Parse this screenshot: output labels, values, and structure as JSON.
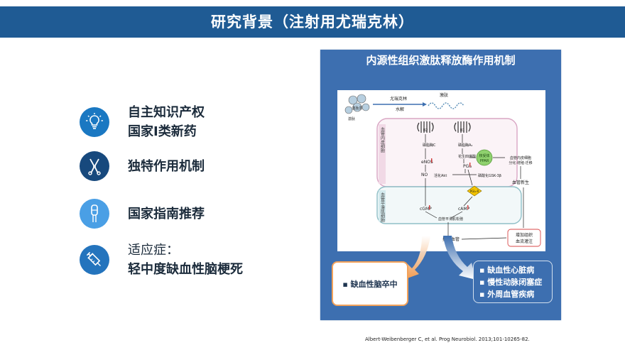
{
  "header": {
    "title": "研究背景（注射用尤瑞克林）"
  },
  "features": [
    {
      "icon": "lightbulb-icon",
      "color": "#1a78c2",
      "lines": [
        "自主知识产权",
        "国家Ⅰ类新药"
      ]
    },
    {
      "icon": "medicine-icon",
      "color": "#17497d",
      "lines": [
        "独特作用机制"
      ]
    },
    {
      "icon": "test-tube-icon",
      "color": "#4a9fe5",
      "lines": [
        "国家指南推荐"
      ]
    },
    {
      "icon": "syringe-icon",
      "color": "#2474bd",
      "lines": [
        "适应症：",
        "轻中度缺血性脑梗死"
      ]
    }
  ],
  "mechanism": {
    "title": "内源性组织激肽释放酶作用机制",
    "labels": {
      "kininogen": "激肽原",
      "kinin_small": "激肽",
      "drug": "尤瑞克林",
      "hydrolysis": "水解",
      "kinin": "激肽",
      "b2": "B2",
      "b1": "B1",
      "endothelial": "血管内皮细胞",
      "smooth_muscle": "血管平滑肌细胞",
      "plc": "磷脂酶C",
      "pla2": "磷脂酶A₂",
      "aa": "花生四烯酸",
      "receptor": "核受体",
      "ppar": "PPAR",
      "enos": "eNOS",
      "pgi2": "PGI₂",
      "no": "NO",
      "akt": "活化Akt",
      "gsk": "磷酸化GSK-3β",
      "ip": "PGI₂-R",
      "cgmp": "cGMP",
      "camp": "cAMP",
      "relax": "血管平滑肌松弛",
      "ec_prolif": "血管内皮细胞",
      "ec_prolif2": "分化·增殖·迁移",
      "angiogenesis": "血管新生",
      "vasodilation": "扩张血管",
      "perfusion1": "增加组织",
      "perfusion2": "血流灌注"
    },
    "stroke_box": "▪ 缺血性脑卒中",
    "diseases": [
      "▪ 缺血性心脏病",
      "▪ 慢性动脉闭塞症",
      "▪ 外周血管疾病"
    ]
  },
  "citation": "Albert-Weibenberger  C, et al. Prog Neurobiol. 2013;101-10265-82."
}
